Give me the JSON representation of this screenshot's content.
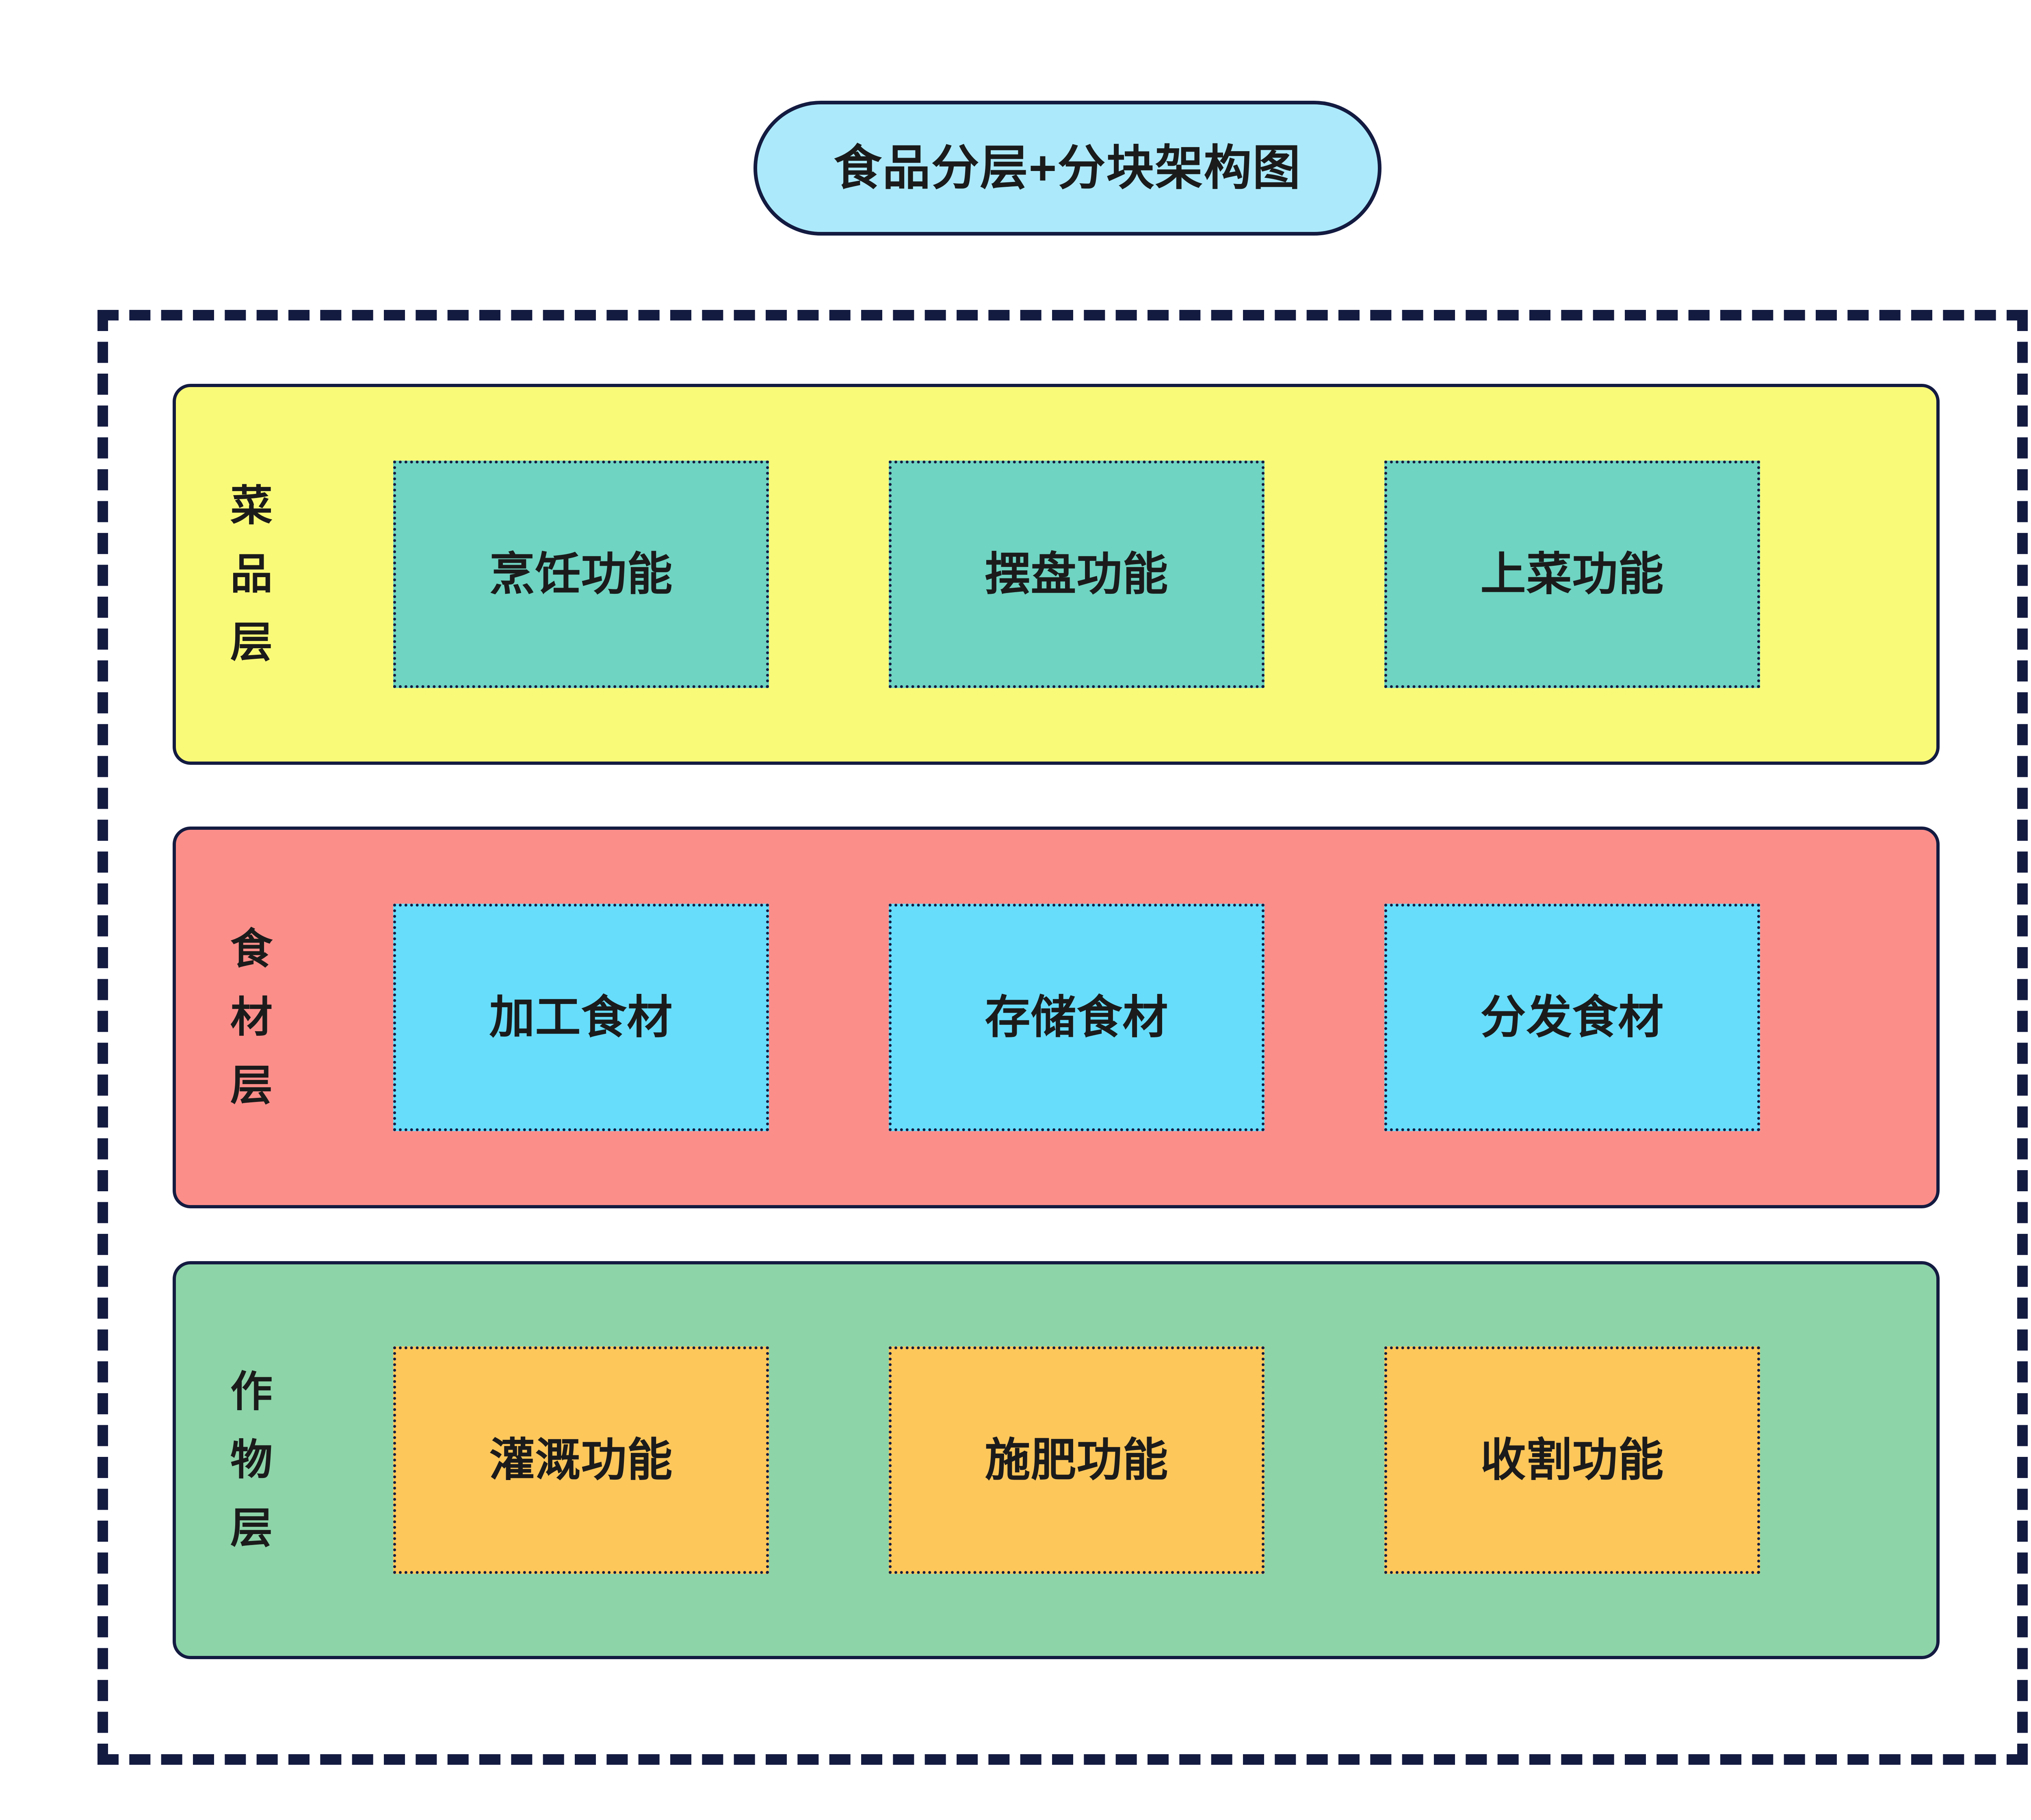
{
  "title": {
    "text": "食品分层+分块架构图",
    "badge_fill": "#ACEAFB",
    "border_color": "#141B41"
  },
  "frame": {
    "border_style": "dashed",
    "border_color": "#141B41"
  },
  "layers": [
    {
      "name": "菜品层",
      "chars": [
        "菜",
        "品",
        "层"
      ],
      "fill": "#FAFA79",
      "block_fill": "#6FD4C2",
      "blocks": [
        {
          "label": "烹饪功能"
        },
        {
          "label": "摆盘功能"
        },
        {
          "label": "上菜功能"
        }
      ]
    },
    {
      "name": "食材层",
      "chars": [
        "食",
        "材",
        "层"
      ],
      "fill": "#FC8E8A",
      "block_fill": "#67DDFB",
      "blocks": [
        {
          "label": "加工食材"
        },
        {
          "label": "存储食材"
        },
        {
          "label": "分发食材"
        }
      ]
    },
    {
      "name": "作物层",
      "chars": [
        "作",
        "物",
        "层"
      ],
      "fill": "#8DD4A8",
      "block_fill": "#FEC75A",
      "blocks": [
        {
          "label": "灌溉功能"
        },
        {
          "label": "施肥功能"
        },
        {
          "label": "收割功能"
        }
      ]
    }
  ]
}
